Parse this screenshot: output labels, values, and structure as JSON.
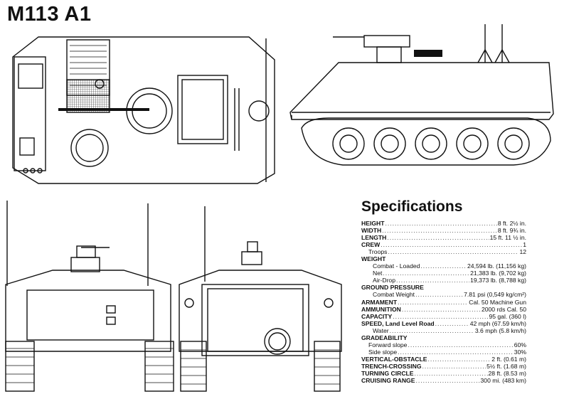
{
  "title": "M113 A1",
  "specs_heading": "Specifications",
  "specs": [
    {
      "label": "HEIGHT",
      "value": "8 ft. 2½ in.",
      "style": "bold",
      "indent": 0
    },
    {
      "label": "WIDTH",
      "value": "8 ft. 9¾ in.",
      "style": "bold",
      "indent": 0
    },
    {
      "label": "LENGTH",
      "value": "15 ft. 11 ½ in.",
      "style": "bold",
      "indent": 0
    },
    {
      "label": "CREW",
      "value": "1",
      "style": "bold",
      "indent": 0
    },
    {
      "label": "Troops",
      "value": "12",
      "style": "normal",
      "indent": 1
    },
    {
      "label": "WEIGHT",
      "value": "",
      "style": "bold",
      "indent": 0
    },
    {
      "label": "Combat - Loaded",
      "value": "24,594 lb. (11,156 kg)",
      "style": "normal",
      "indent": 2
    },
    {
      "label": "Net",
      "value": "21,383 lb. (9,702 kg)",
      "style": "normal",
      "indent": 2
    },
    {
      "label": "Air-Drop",
      "value": "19,373 lb. (8,788 kg)",
      "style": "normal",
      "indent": 2
    },
    {
      "label": "GROUND PRESSURE",
      "value": "",
      "style": "bold",
      "indent": 0
    },
    {
      "label": "Combat Weight",
      "value": "7.81 psi (0,549 kg/cm²)",
      "style": "normal",
      "indent": 2
    },
    {
      "label": "ARMAMENT",
      "value": "Cal. 50 Machine Gun",
      "style": "bold",
      "indent": 0
    },
    {
      "label": "AMMUNITION",
      "value": "2000 rds Cal. 50",
      "style": "bold",
      "indent": 0
    },
    {
      "label": "CAPACITY",
      "value": "95 gal. (360 l)",
      "style": "bold",
      "indent": 0
    },
    {
      "label": "SPEED, Land Level Road",
      "value": "42 mph (67.59 km/h)",
      "style": "bold",
      "indent": 0
    },
    {
      "label": "Water",
      "value": "3.6 mph (5.8 km/h)",
      "style": "normal",
      "indent": 3
    },
    {
      "label": "GRADEABILITY",
      "value": "",
      "style": "bold",
      "indent": 0
    },
    {
      "label": "Forward slope",
      "value": "60%",
      "style": "normal",
      "indent": 1
    },
    {
      "label": "Side slope",
      "value": "30%",
      "style": "normal",
      "indent": 1
    },
    {
      "label": "VERTICAL-OBSTACLE",
      "value": "2 ft. (0.61 m)",
      "style": "bold",
      "indent": 0
    },
    {
      "label": "TRENCH-CROSSING",
      "value": "5½ ft. (1.68 m)",
      "style": "bold",
      "indent": 0
    },
    {
      "label": "TURNING CIRCLE",
      "value": "28 ft. (8.53 m)",
      "style": "bold",
      "indent": 0
    },
    {
      "label": "CRUISING RANGE",
      "value": "300 mi. (483 km)",
      "style": "bold",
      "indent": 0
    }
  ]
}
